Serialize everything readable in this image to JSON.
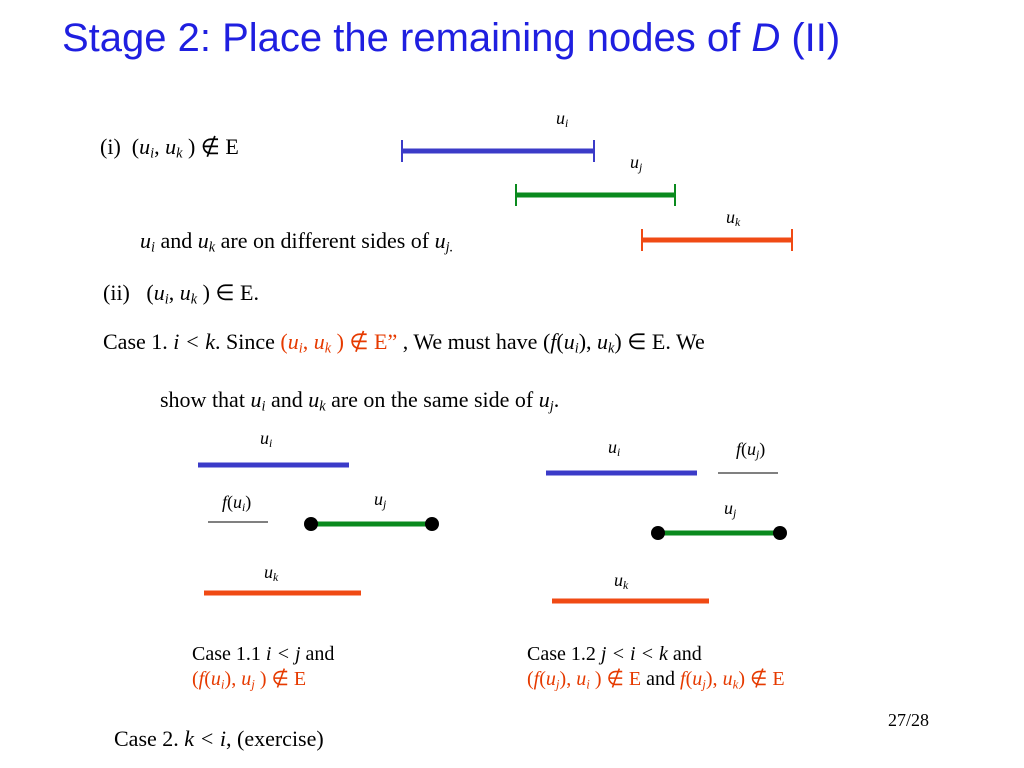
{
  "title": {
    "prefix": "Stage 2: Place the remaining nodes of ",
    "var": "D",
    "suffix": " (II)"
  },
  "case_i": {
    "label": "(i)",
    "u": "u",
    "i": "i",
    "comma": ", ",
    "k": "k",
    "rel": ") ∉ E",
    "open": "("
  },
  "sides_text": {
    "u": "u",
    "i": "i",
    "and": " and ",
    "k": "k",
    "rest": " are on different sides of ",
    "j": "j."
  },
  "case_ii": {
    "label": "(ii)",
    "open": "(",
    "u": "u",
    "i": "i",
    "comma": ", ",
    "k": "k",
    "rel": ") ∈ E."
  },
  "case1": {
    "lead": "Case 1. ",
    "cond": "i < k",
    "since": ". Since ",
    "red_open": "(",
    "red_u": "u",
    "red_i": "i",
    "red_comma": ", ",
    "red_k": "k",
    "red_rel": " ) ∉ E”",
    "must": " , We must have (",
    "f": "f",
    "fu_open": "(",
    "fu_i": "i",
    "fu_close": "), ",
    "uk": "u",
    "uk_k": "k",
    "rel2": ") ∈ E",
    "we": ". We",
    "show": "show that ",
    "s_u1": "u",
    "s_i": "i",
    "s_and": " and ",
    "s_u2": "u",
    "s_k": "k",
    "s_rest": " are on the same side of ",
    "s_u3": "u",
    "s_j": "j",
    "s_end": "."
  },
  "top_diagram": {
    "ui": "u",
    "ui_sub": "i",
    "uj": "u",
    "uj_sub": "j",
    "uk": "u",
    "uk_sub": "k"
  },
  "left_diagram": {
    "ui": "u",
    "ui_sub": "i",
    "fu": "f",
    "fu_sub": "i",
    "uj": "u",
    "uj_sub": "j",
    "uk": "u",
    "uk_sub": "k"
  },
  "right_diagram": {
    "ui": "u",
    "ui_sub": "i",
    "fu": "f",
    "fu_sub": "j",
    "uj": "u",
    "uj_sub": "j",
    "uk": "u",
    "uk_sub": "k"
  },
  "case11": {
    "line1_lead": "Case 1.1  ",
    "line1_cond": "i < j",
    "line1_and": " and",
    "line2": "(f(u",
    "line2_i": "i",
    "line2_mid": "), u",
    "line2_j": "j",
    "line2_end": " ) ∉ E"
  },
  "case12": {
    "line1_lead": "Case 1.2  ",
    "line1_cond": "j < i < k",
    "line1_and": " and",
    "line2_a": "(f(u",
    "line2_j": "j",
    "line2_b": "), u",
    "line2_i": "i",
    "line2_c": " ) ∉ E",
    "line2_and": " and ",
    "line2_d": "f(u",
    "line2_j2": "j",
    "line2_e": "), u",
    "line2_k": "k",
    "line2_f": ") ∉ E"
  },
  "case2": {
    "lead": "Case 2. ",
    "cond": "k < i",
    "rest": ", (exercise)"
  },
  "page": "27/28",
  "colors": {
    "blue": "#3b3bc8",
    "green": "#0a8a1e",
    "red": "#f04a14",
    "title": "#1f1fe0"
  }
}
